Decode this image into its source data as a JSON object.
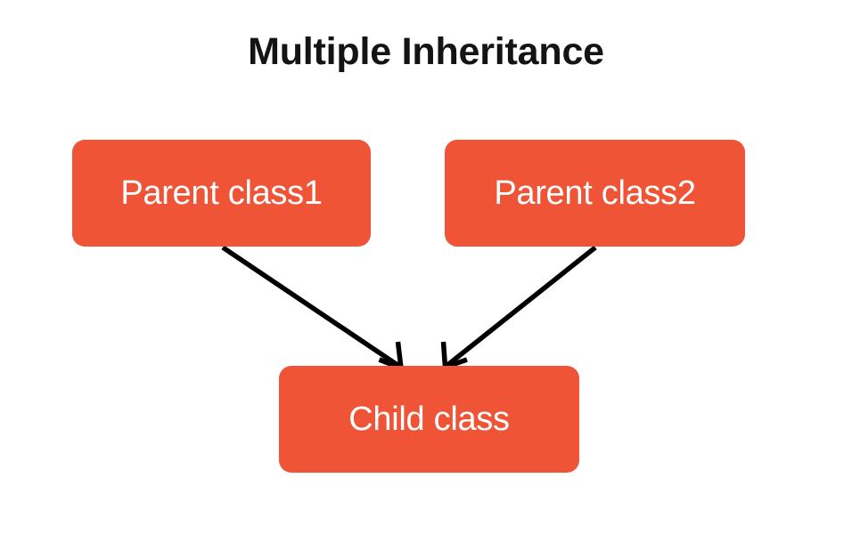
{
  "diagram": {
    "title": "Multiple Inheritance",
    "title_color": "#141414",
    "background_color": "#ffffff",
    "node_fill_color": "#ef5437",
    "node_text_color": "#ffffff",
    "edge_color": "#000000",
    "nodes": [
      {
        "id": "parent1",
        "label": "Parent class1",
        "role": "parent"
      },
      {
        "id": "parent2",
        "label": "Parent class2",
        "role": "parent"
      },
      {
        "id": "child",
        "label": "Child class",
        "role": "child"
      }
    ],
    "edges": [
      {
        "id": "edge-parent1-child",
        "from": "parent1",
        "to": "child",
        "arrowhead": "open-v"
      },
      {
        "id": "edge-parent2-child",
        "from": "parent2",
        "to": "child",
        "arrowhead": "open-v"
      }
    ]
  }
}
